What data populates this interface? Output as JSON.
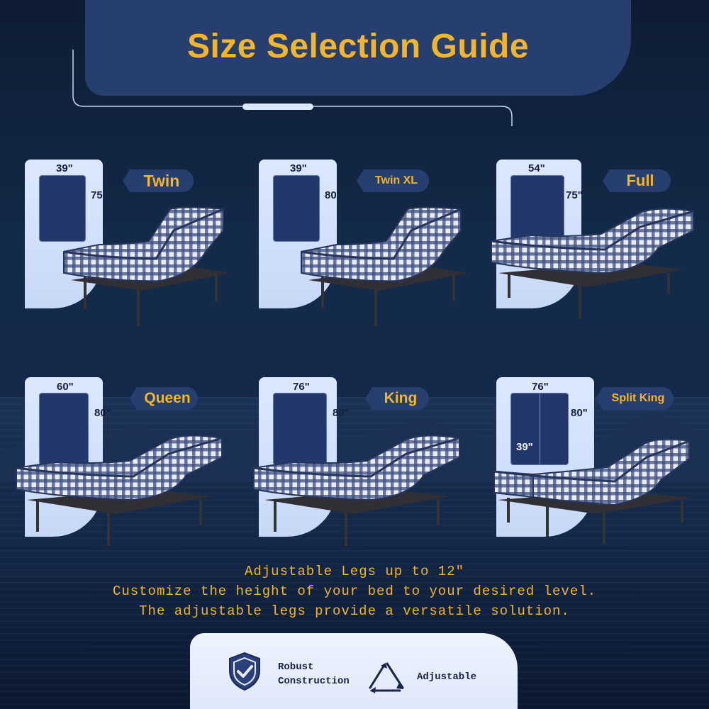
{
  "title": "Size Selection Guide",
  "colors": {
    "accent": "#f3b52c",
    "navy": "#263f6e",
    "panel": "#dce8ff"
  },
  "sizes": [
    {
      "name": "Twin",
      "width": "39\"",
      "length": "75\""
    },
    {
      "name": "Twin XL",
      "width": "39\"",
      "length": "80\""
    },
    {
      "name": "Full",
      "width": "54\"",
      "length": "75\""
    },
    {
      "name": "Queen",
      "width": "60\"",
      "length": "80\""
    },
    {
      "name": "King",
      "width": "76\"",
      "length": "80\""
    },
    {
      "name": "Split King",
      "width": "76\"",
      "length": "80\"",
      "half_width": "39\""
    }
  ],
  "caption": {
    "line1": "Adjustable Legs up to 12\"",
    "line2": "Customize the height of your bed to your desired level.",
    "line3": "The adjustable legs provide a versatile solution."
  },
  "features": [
    {
      "icon": "shield-check-icon",
      "line1": "Robust",
      "line2": "Construction"
    },
    {
      "icon": "triangle-arrows-icon",
      "label": "Adjustable"
    }
  ]
}
